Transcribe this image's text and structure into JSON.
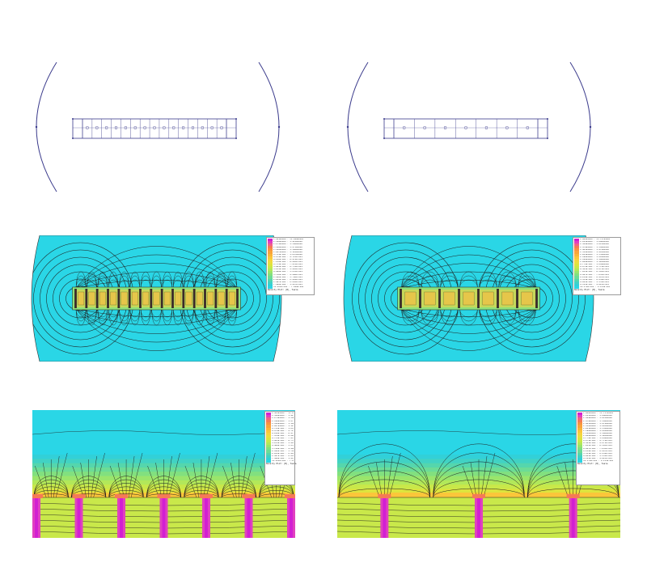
{
  "legend_left": {
    "title": "Density Plot: |B|, Tesla",
    "rows": [
      "1.421e+000 : >1.496e+000",
      "1.346e+000 : 1.421e+000",
      "1.271e+000 : 1.346e+000",
      "1.196e+000 : 1.271e+000",
      "1.122e+000 : 1.196e+000",
      "1.047e+000 : 1.122e+000",
      "9.721e-001 : 1.047e+000",
      "8.974e-001 : 9.721e-001",
      "8.226e-001 : 8.974e-001",
      "7.478e-001 : 8.226e-001",
      "6.731e-001 : 7.478e-001",
      "5.983e-001 : 6.731e-001",
      "5.235e-001 : 5.983e-001",
      "4.488e-001 : 5.235e-001",
      "3.740e-001 : 4.488e-001",
      "2.992e-001 : 3.740e-001",
      "2.245e-001 : 2.992e-001",
      "1.497e-001 : 2.245e-001",
      "7.496e-002 : 1.497e-001",
      "<2.201e-004 : 7.496e-002"
    ]
  },
  "legend_right": {
    "title": "Density Plot: |B|, Tesla",
    "rows": [
      "1.686e+000 : >1.757e+000",
      "1.615e+000 : 1.686e+000",
      "1.544e+000 : 1.615e+000",
      "1.474e+000 : 1.544e+000",
      "1.403e+000 : 1.474e+000",
      "1.332e+000 : 1.403e+000",
      "1.261e+000 : 1.332e+000",
      "1.190e+000 : 1.261e+000",
      "1.120e+000 : 1.190e+000",
      "1.049e+000 : 1.120e+000",
      "9.779e-001 : 1.049e+000",
      "9.071e-001 : 9.779e-001",
      "8.363e-001 : 9.071e-001",
      "7.655e-001 : 8.363e-001",
      "6.947e-001 : 7.655e-001",
      "6.239e-001 : 6.947e-001",
      "5.531e-001 : 6.239e-001",
      "4.823e-001 : 5.531e-001",
      "4.115e-001 : 4.823e-001",
      "<4.578e-002 : 4.115e-001"
    ]
  },
  "colors": {
    "scale": [
      "#d21fd2",
      "#e040c0",
      "#f0608a",
      "#f57a55",
      "#f89240",
      "#f9a43a",
      "#fab538",
      "#fbc63a",
      "#f6d33e",
      "#ecdd3f",
      "#dde43e",
      "#c9e84a",
      "#b2e85a",
      "#9ae56c",
      "#82e07f",
      "#6cdc96",
      "#55d6ad",
      "#41d2c4",
      "#32d0d8",
      "#2ad6e6"
    ],
    "background": "#2ad6e6",
    "contour": "#1e1e1e",
    "geometry": "#3b3b8c"
  },
  "panels": [
    {
      "kind": "geometry",
      "magnets": 15
    },
    {
      "kind": "geometry",
      "magnets": 7
    },
    {
      "kind": "field",
      "magnets": 15
    },
    {
      "kind": "field",
      "magnets": 7
    },
    {
      "kind": "zoom",
      "magnets": 7
    },
    {
      "kind": "zoom",
      "magnets": 3
    }
  ]
}
